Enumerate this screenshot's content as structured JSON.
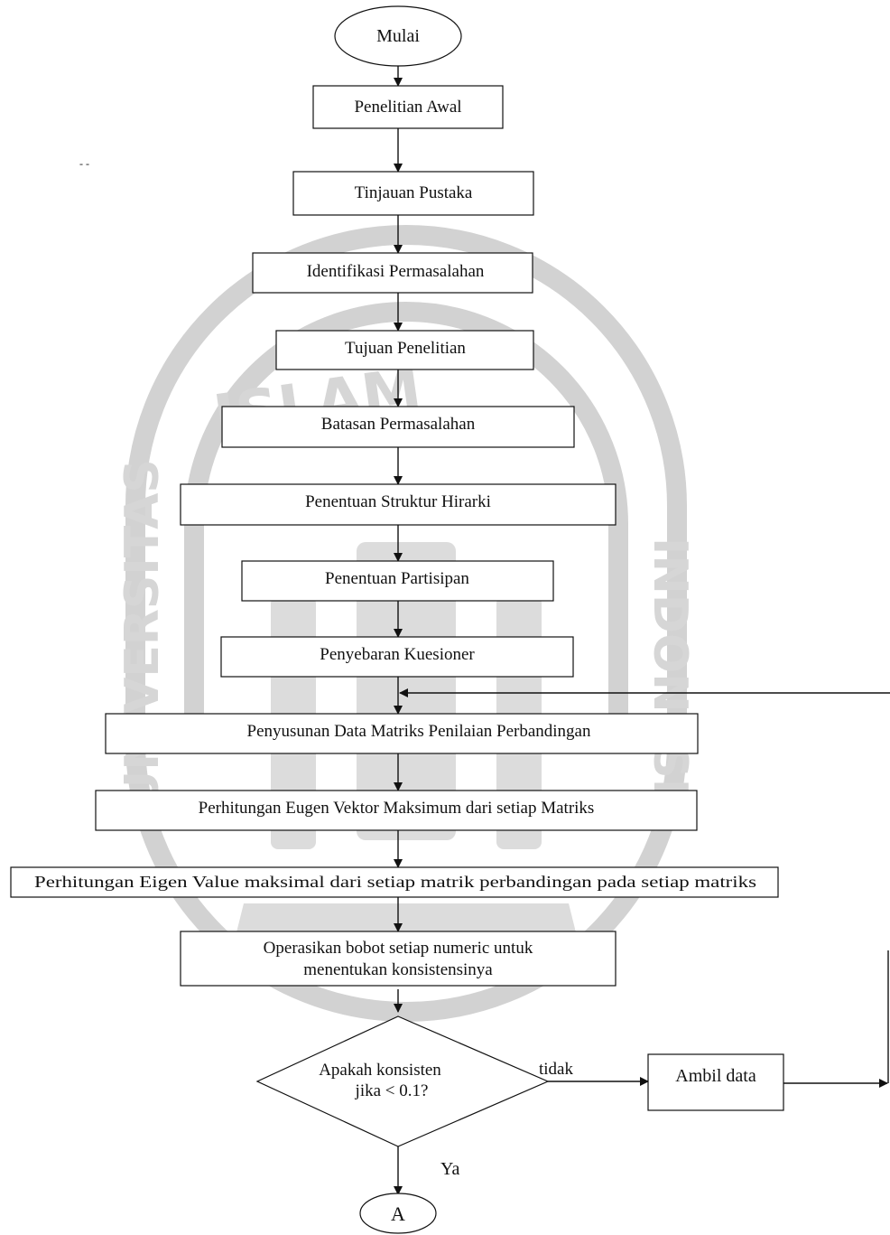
{
  "flowchart": {
    "start": "Mulai",
    "steps": [
      "Penelitian Awal",
      "Tinjauan Pustaka",
      "Identifikasi Permasalahan",
      "Tujuan Penelitian",
      "Batasan Permasalahan",
      "Penentuan Struktur Hirarki",
      "Penentuan Partisipan",
      "Penyebaran Kuesioner",
      "Penyusunan Data Matriks Penilaian Perbandingan",
      "Perhitungan Eugen Vektor Maksimum dari setiap Matriks",
      "Perhitungan Eigen Value maksimal dari setiap matrik perbandingan pada setiap matriks"
    ],
    "operate_line1": "Operasikan bobot setiap numeric untuk",
    "operate_line2": "menentukan konsistensinya",
    "decision_line1": "Apakah konsisten",
    "decision_line2": "jika < 0.1?",
    "no_label": "tidak",
    "yes_label": "Ya",
    "retake": "Ambil data",
    "connector": "A"
  },
  "watermark": {
    "text_top": "ISLAM",
    "text_left": "UNIVERSITAS",
    "text_right": "INDONESIA",
    "color": "#d6d6d6"
  }
}
